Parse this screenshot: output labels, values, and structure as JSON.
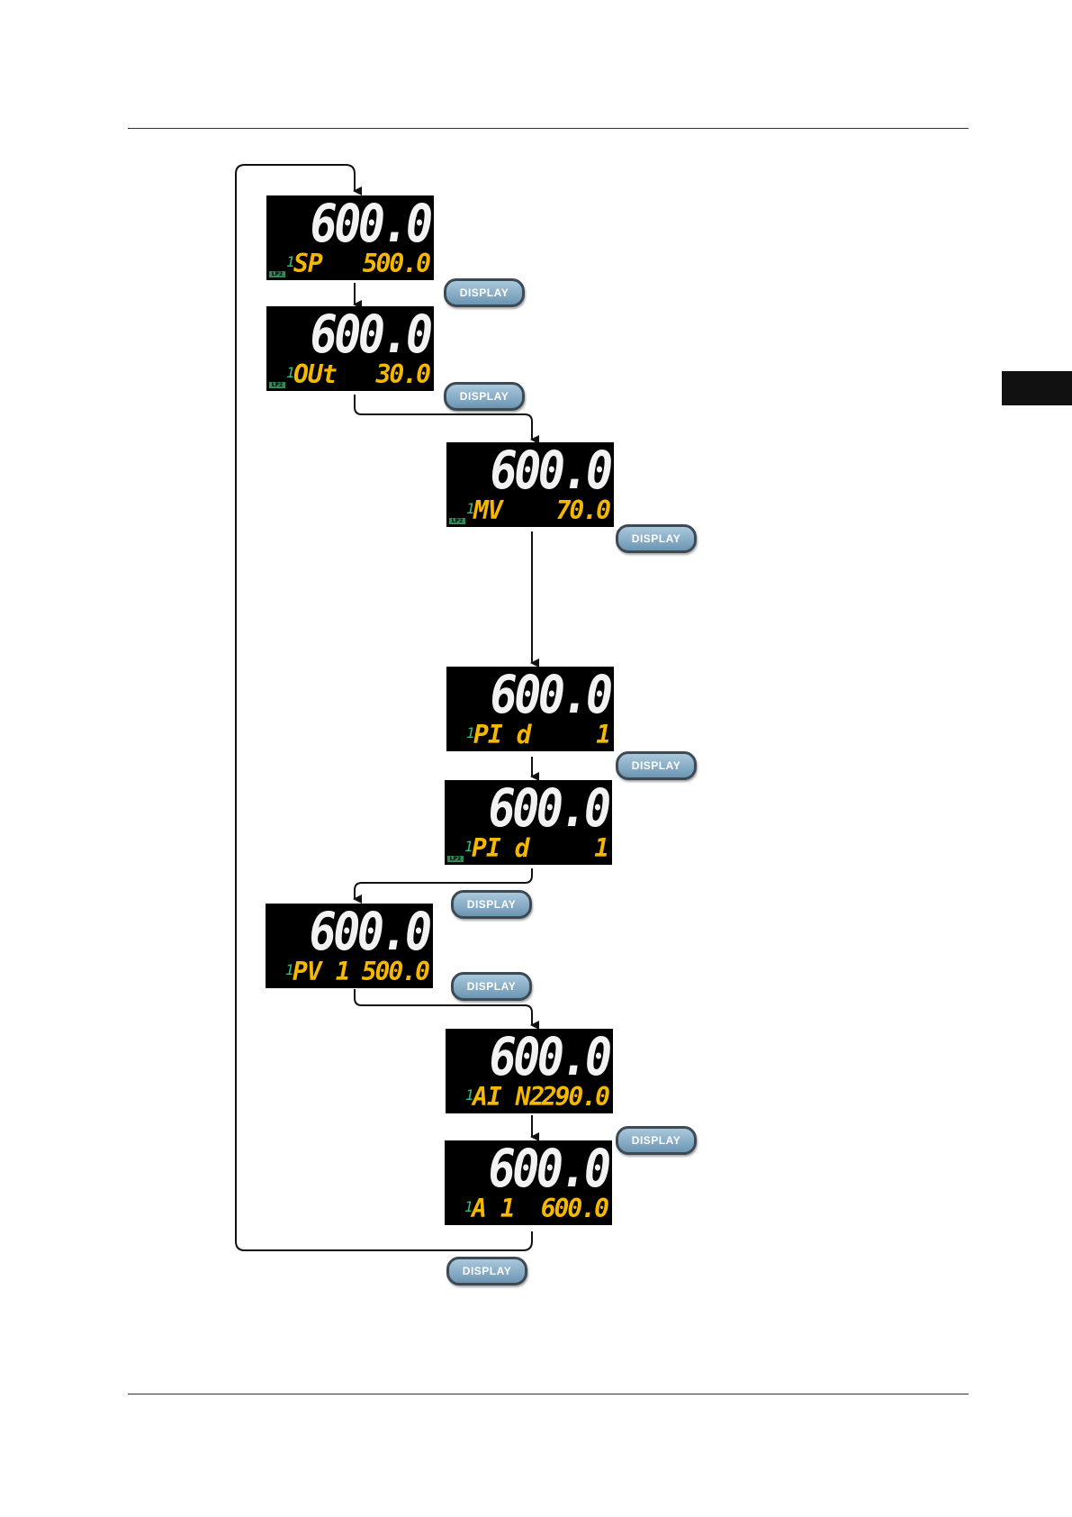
{
  "displays": [
    {
      "pv": "600.0",
      "loop": "1",
      "label": "SP",
      "value": "500.0",
      "badge": "LP2"
    },
    {
      "pv": "600.0",
      "loop": "1",
      "label": "OUt",
      "value": "30.0",
      "badge": "LP2"
    },
    {
      "pv": "600.0",
      "loop": "1",
      "label": "MV",
      "value": "70.0",
      "badge": "LP2"
    },
    {
      "pv": "600.0",
      "loop": "1",
      "label": "PI d",
      "value": "1",
      "badge": ""
    },
    {
      "pv": "600.0",
      "loop": "1",
      "label": "PI d",
      "value": "1",
      "badge": "LP2"
    },
    {
      "pv": "600.0",
      "loop": "1",
      "label": "PV 1",
      "value": "500.0",
      "badge": ""
    },
    {
      "pv": "600.0",
      "loop": "1",
      "label": "AI N2",
      "value": "290.0",
      "badge": ""
    },
    {
      "pv": "600.0",
      "loop": "1",
      "label": "A 1",
      "value": "600.0",
      "badge": ""
    }
  ],
  "button_label": "DISPLAY"
}
